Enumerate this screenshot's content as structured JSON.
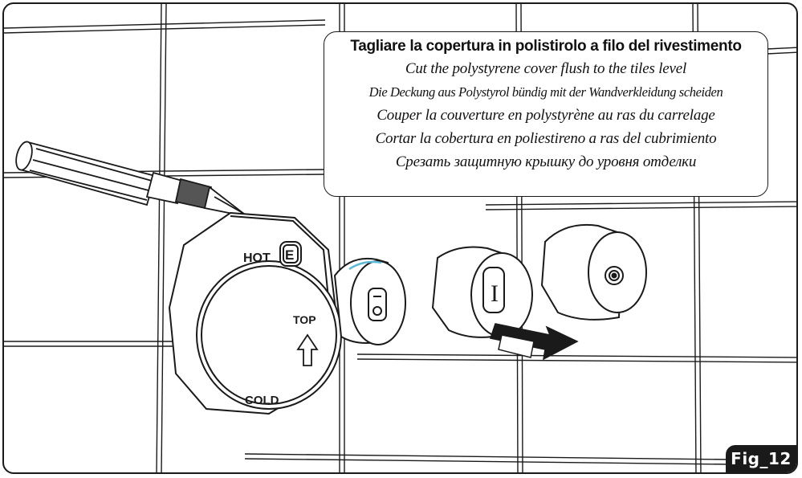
{
  "callout": {
    "title": "Tagliare la copertura in polistirolo a filo del rivestimento",
    "lines": [
      "Cut the polystyrene cover flush to the tiles level",
      "Die Deckung aus Polystyrol bündig mit der Wandverkleidung scheiden",
      "Couper la couverture en polystyrène au ras du carrelage",
      "Cortar la cobertura en poliestireno a ras del cubrimiento",
      "Срезать защитную крышку до уровня отделки"
    ]
  },
  "labels": {
    "hot": "HOT",
    "e_mark": "E",
    "top": "TOP",
    "cold": "COLD",
    "i_mark": "I"
  },
  "figure": {
    "badge": "Fig_12"
  },
  "colors": {
    "ink": "#1a1a1a",
    "accent_ring": "#5ab9d6",
    "background": "#ffffff"
  },
  "icons": [
    "screwdriver-icon",
    "up-arrow-icon",
    "pull-direction-arrow-icon"
  ]
}
